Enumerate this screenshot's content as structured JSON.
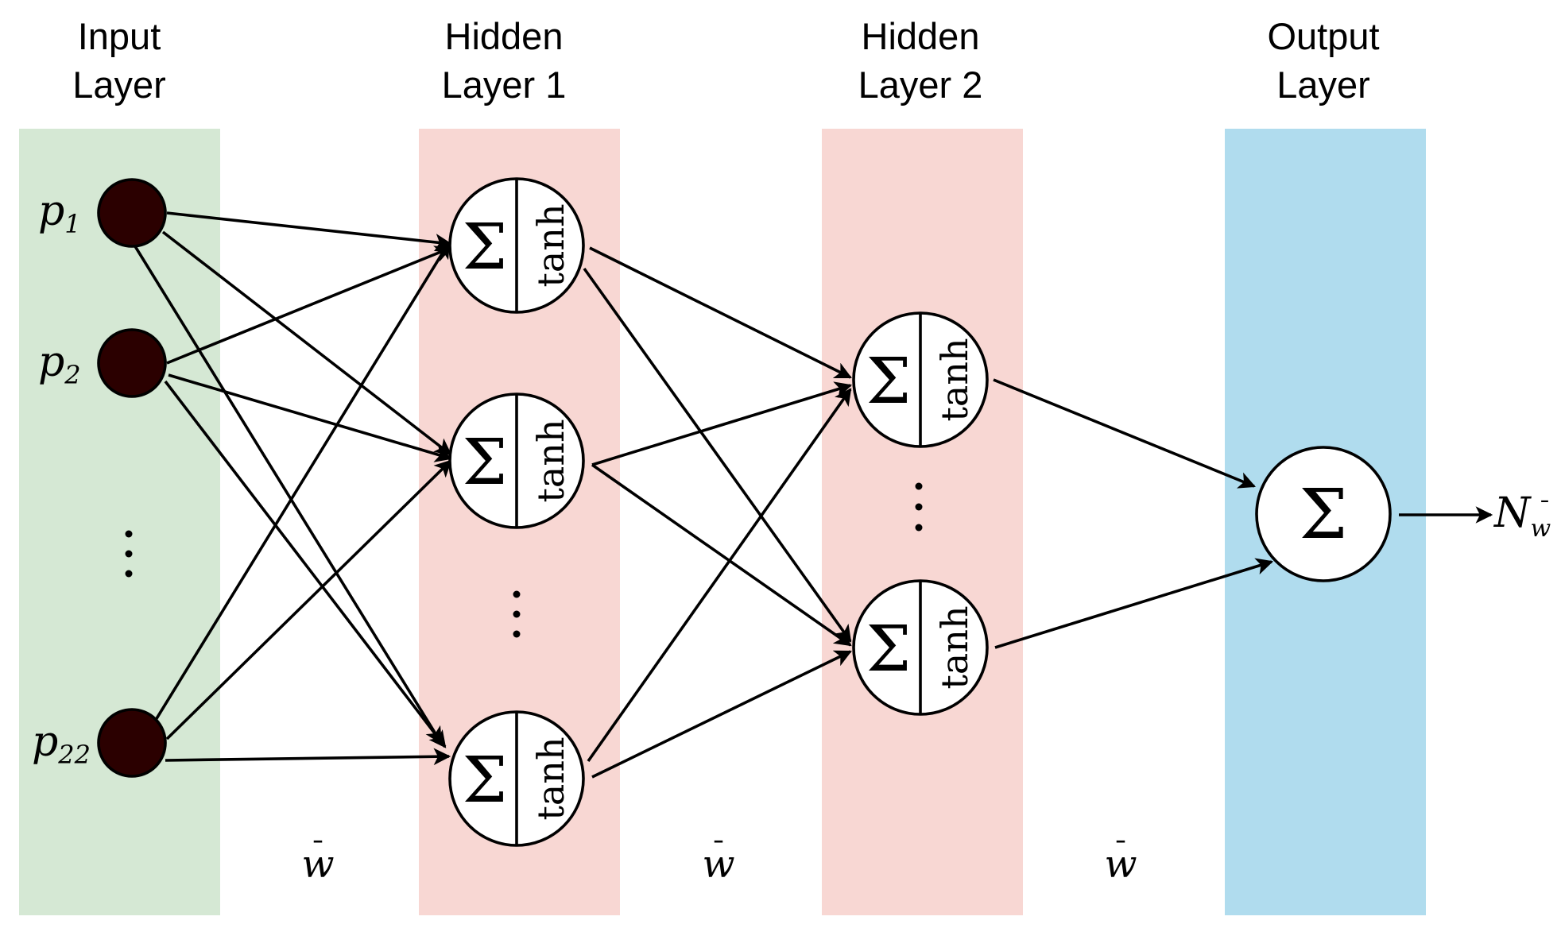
{
  "layers": [
    {
      "title_line1": "Input",
      "title_line2": "Layer",
      "color": "#d5e8d4"
    },
    {
      "title_line1": "Hidden",
      "title_line2": "Layer 1",
      "color": "#f8d7d3"
    },
    {
      "title_line1": "Hidden",
      "title_line2": "Layer 2",
      "color": "#f8d7d3"
    },
    {
      "title_line1": "Output",
      "title_line2": "Layer",
      "color": "#b0dcee"
    }
  ],
  "inputs": [
    {
      "base": "p",
      "sub": "1"
    },
    {
      "base": "p",
      "sub": "2"
    },
    {
      "base": "p",
      "sub": "22"
    }
  ],
  "neuron_labels": {
    "sum": "Σ",
    "activation": "tanh"
  },
  "ellipsis": "⋮",
  "weights": [
    {
      "base": "w",
      "bar": "¯"
    },
    {
      "base": "w",
      "bar": "¯"
    },
    {
      "base": "w",
      "bar": "¯"
    }
  ],
  "output": {
    "base": "N",
    "sub": "w",
    "sub_bar": "¯"
  },
  "colors": {
    "input_node": "#2b0000",
    "edge": "#000000"
  }
}
